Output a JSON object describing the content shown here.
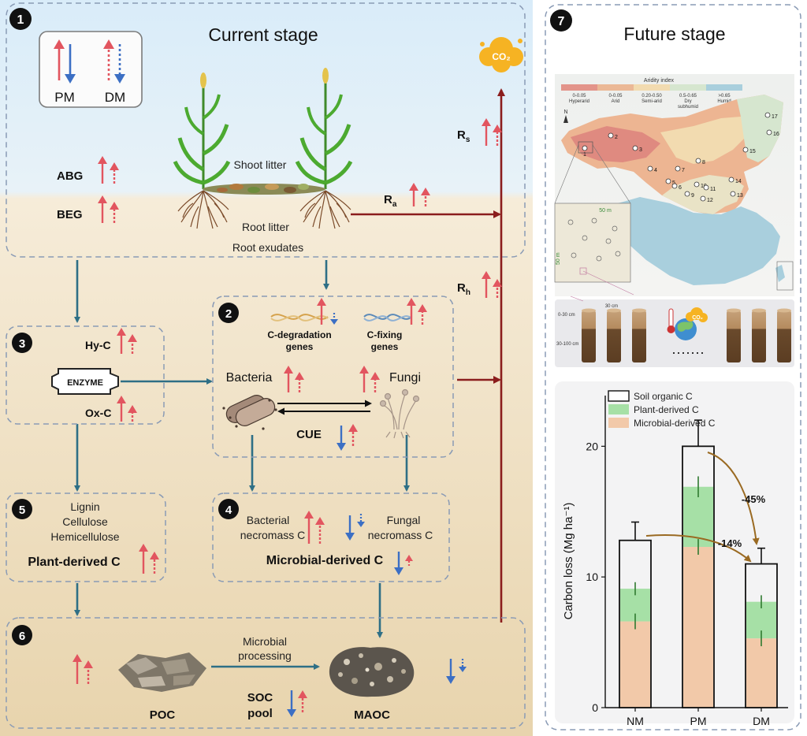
{
  "left_panel": {
    "number": "1",
    "title": "Current stage",
    "legend": {
      "pm": "PM",
      "dm": "DM"
    },
    "labels": {
      "abg": "ABG",
      "beg": "BEG",
      "shoot_litter": "Shoot litter",
      "root_litter": "Root litter",
      "root_exudates": "Root exudates",
      "rs_main": "R",
      "rs_sub": "s",
      "ra_main": "R",
      "ra_sub": "a",
      "rh_main": "R",
      "rh_sub": "h",
      "co2": "CO₂"
    }
  },
  "box2": {
    "number": "2",
    "degradation_label": "C-degradation",
    "degradation_sub": "genes",
    "fixing_label": "C-fixing",
    "fixing_sub": "genes",
    "bacteria": "Bacteria",
    "fungi": "Fungi",
    "cue": "CUE"
  },
  "box3": {
    "number": "3",
    "hyc": "Hy-C",
    "oxc": "Ox-C",
    "enzyme": "ENZYME"
  },
  "box4": {
    "number": "4",
    "bacterial_1": "Bacterial",
    "bacterial_2": "necromass C",
    "fungal_1": "Fungal",
    "fungal_2": "necromass C",
    "title": "Microbial-derived C"
  },
  "box5": {
    "number": "5",
    "lignin": "Lignin",
    "cellulose": "Cellulose",
    "hemicellulose": "Hemicellulose",
    "title": "Plant-derived C"
  },
  "box6": {
    "number": "6",
    "processing_1": "Microbial",
    "processing_2": "processing",
    "poc": "POC",
    "maoc": "MAOC",
    "soc_1": "SOC",
    "soc_2": "pool"
  },
  "right_panel": {
    "number": "7",
    "title": "Future stage",
    "map": {
      "aridity_title": "Aridity index",
      "classes": [
        {
          "range": "0-0.05",
          "name": "Hyperarid",
          "color": "#e3948a"
        },
        {
          "range": "0-0.05",
          "name": "Arid",
          "color": "#ebb896"
        },
        {
          "range": "0.20-0.50",
          "name": "Semi-arid",
          "color": "#f2dbb0"
        },
        {
          "range": "0.5-0.65",
          "name": "Dry",
          "name2": "subhumid",
          "color": "#d6e6cf"
        },
        {
          "range": ">0.65",
          "name": "Humid",
          "color": "#a9cfdd"
        }
      ],
      "north": "N",
      "sites": [
        "1",
        "2",
        "3",
        "4",
        "5",
        "6",
        "7",
        "8",
        "9",
        "10",
        "11",
        "12",
        "13",
        "14",
        "15",
        "16",
        "17"
      ],
      "plot_w": "50 m",
      "plot_h": "50 m"
    },
    "soil": {
      "depth1": "0-30 cm",
      "depth2": "30-100 cm",
      "len": "30 cm",
      "co2": "CO₂"
    },
    "chart_legend": {
      "soc": "Soil organic C",
      "plant": "Plant-derived C",
      "microbial": "Microbial-derived C"
    },
    "annot": {
      "a45": "-45%",
      "a14": "-14%"
    }
  },
  "colors": {
    "pm_red": "#e2555f",
    "dm_blue": "#3c6fc4",
    "teal_arrow": "#2e6f86",
    "maroon_arrow": "#8b1d1d",
    "plant_green": "#a6e0a6",
    "microbial_peach": "#f2c9a9",
    "annot_brown": "#9a6a22"
  },
  "chart_data": {
    "type": "bar",
    "categories": [
      "NM",
      "PM",
      "DM"
    ],
    "ylabel": "Carbon loss (Mg ha⁻¹)",
    "ylim": [
      0,
      24
    ],
    "yticks": [
      0,
      10,
      20
    ],
    "series": [
      {
        "name": "Soil organic C",
        "values": [
          12.8,
          20.0,
          11.0
        ],
        "errors": [
          1.4,
          2.0,
          1.2
        ]
      },
      {
        "name": "Plant-derived C",
        "values": [
          2.5,
          4.6,
          2.8
        ],
        "errors": [
          0.5,
          0.8,
          0.5
        ]
      },
      {
        "name": "Microbial-derived C",
        "values": [
          6.6,
          12.3,
          5.3
        ],
        "errors": [
          0.6,
          0.6,
          0.6
        ]
      }
    ],
    "annotations": [
      "-45%",
      "-14%"
    ]
  }
}
